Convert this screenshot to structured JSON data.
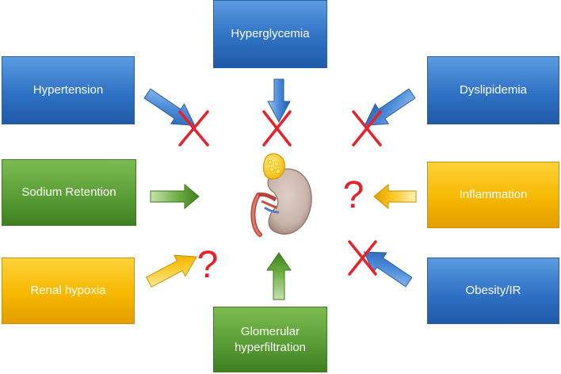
{
  "factors": {
    "hyperglycemia": "Hyperglycemia",
    "hypertension": "Hypertension",
    "dyslipidemia": "Dyslipidemia",
    "sodium_retention": "Sodium Retention",
    "inflammation": "Inflammation",
    "renal_hypoxia": "Renal hypoxia",
    "obesity_ir": "Obesity/IR",
    "glomerular_line1": "Glomerular",
    "glomerular_line2": "hyperfiltration"
  },
  "markers": {
    "question": "?"
  },
  "colors": {
    "blue": "#2f72c4",
    "green": "#5a9e36",
    "orange": "#f6b800",
    "cross_red": "#e8202a",
    "question_red": "#e8202a"
  }
}
